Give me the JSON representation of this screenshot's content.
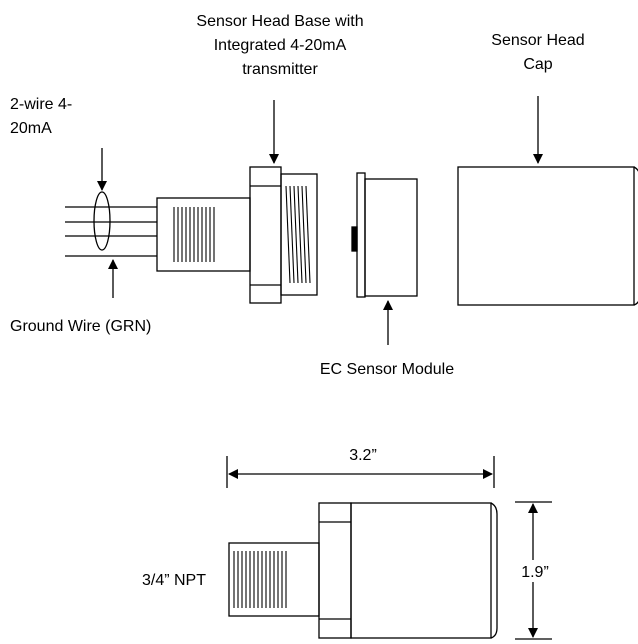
{
  "labels": {
    "head_base_line1": "Sensor Head Base with",
    "head_base_line2": "Integrated 4-20mA",
    "head_base_line3": "transmitter",
    "cap_line1": "Sensor Head",
    "cap_line2": "Cap",
    "wire_line1": "2-wire 4-",
    "wire_line2": "20mA",
    "ground": "Ground Wire (GRN)",
    "module": "EC Sensor Module"
  },
  "dimensions": {
    "length": "3.2”",
    "height": "1.9”",
    "thread": "3/4” NPT"
  },
  "colors": {
    "stroke": "#000000",
    "background": "#ffffff"
  }
}
